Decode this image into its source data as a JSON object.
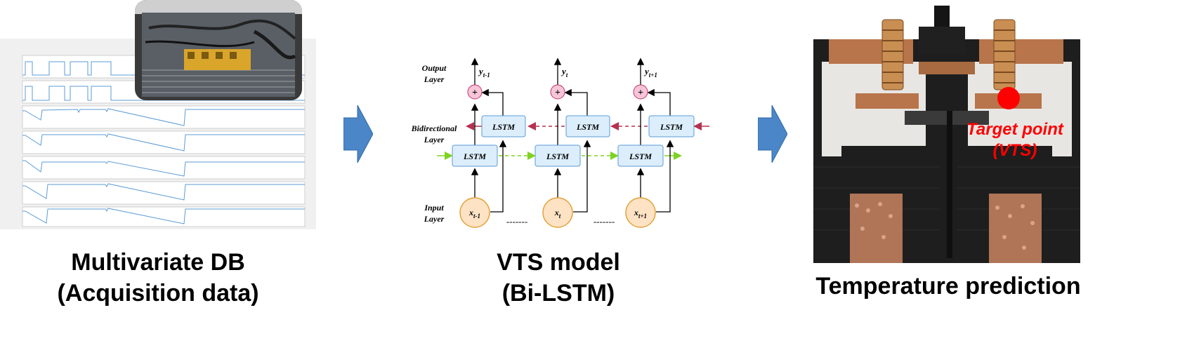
{
  "panels": {
    "left": {
      "caption_line1": "Multivariate DB",
      "caption_line2": "(Acquisition data)",
      "image_label": "chamber-test-photo"
    },
    "middle": {
      "caption_line1": "VTS model",
      "caption_line2": "(Bi-LSTM)",
      "layers": {
        "output_a": "Output",
        "output_b": "Layer",
        "bidir_a": "Bidirectional",
        "bidir_b": "Layer",
        "input_a": "Input",
        "input_b": "Layer"
      },
      "cell_label": "LSTM",
      "plus_symbol": "+",
      "dots": "-------",
      "columns": [
        {
          "y": "y",
          "y_sub": "t-1",
          "x": "x",
          "x_sub": "t-1"
        },
        {
          "y": "y",
          "y_sub": "t",
          "x": "x",
          "x_sub": "t"
        },
        {
          "y": "y",
          "y_sub": "t+1",
          "x": "x",
          "x_sub": "t+1"
        }
      ]
    },
    "right": {
      "caption": "Temperature prediction",
      "target_line1": "Target point",
      "target_line2": "(VTS)"
    }
  },
  "colors": {
    "arrow_fill": "#4a86c8",
    "lstm_fill": "#dceefb",
    "lstm_stroke": "#5b9bd5",
    "plus_fill": "#f6c6d8",
    "plus_stroke": "#c0306a",
    "input_fill": "#fde2c4",
    "input_stroke": "#e3a33b",
    "forward_arrow": "#7ed321",
    "backward_arrow": "#b5324f",
    "target_red": "#ff0000"
  }
}
